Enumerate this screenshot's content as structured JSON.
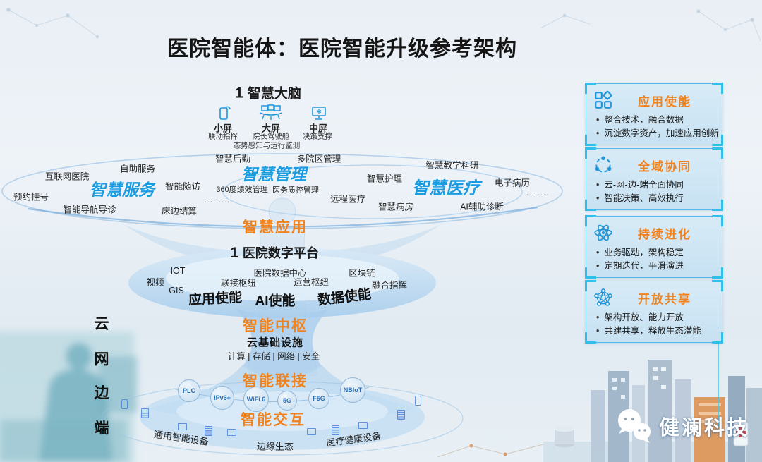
{
  "title": "医院智能体：医院智能升级参考架构",
  "brain": {
    "num": "1",
    "title": "智慧大脑",
    "screens": [
      {
        "name": "小屏",
        "desc": "联动指挥"
      },
      {
        "name": "大屏",
        "desc": "院长驾驶舱"
      },
      {
        "name": "中屏",
        "desc": "决策支撑"
      }
    ],
    "caption": "态势感知与运行监测"
  },
  "app_ring": {
    "layer_label": "智慧应用",
    "domains": [
      "智慧服务",
      "智慧管理",
      "智慧医疗"
    ],
    "items": [
      "互联网医院",
      "自助服务",
      "智慧后勤",
      "多院区管理",
      "智慧教学科研",
      "预约挂号",
      "智能随访",
      "360度绩效管理",
      "医务质控管理",
      "智慧护理",
      "电子病历",
      "智能导航导诊",
      "床边结算",
      "远程医疗",
      "智慧病房",
      "AI辅助诊断"
    ],
    "dots_left": "... .....",
    "dots_right": "... ...."
  },
  "platform": {
    "num": "1",
    "title": "医院数字平台",
    "items": [
      "IOT",
      "医院数据中心",
      "区块链",
      "视频",
      "GIS",
      "联接枢纽",
      "运营枢纽",
      "融合指挥"
    ],
    "enablers": [
      "应用使能",
      "AI使能",
      "数据使能"
    ]
  },
  "hub": {
    "label": "智能中枢",
    "cloud_title": "云基础设施",
    "cloud_items": "计算 | 存储 | 网络 | 安全"
  },
  "connect": {
    "label": "智能联接",
    "nodes": [
      "PLC",
      "IPv6+",
      "WiFi 6",
      "5G",
      "F5G",
      "NBIoT"
    ]
  },
  "interact": {
    "label": "智能交互",
    "device_groups": [
      "通用智能设备",
      "边缘生态",
      "医疗健康设备"
    ]
  },
  "left_axis": {
    "chars": [
      "云",
      "网",
      "边",
      "端"
    ]
  },
  "principles": [
    {
      "title": "应用使能",
      "bullets": [
        "整合技术，融合数据",
        "沉淀数字资产，加速应用创新"
      ]
    },
    {
      "title": "全域协同",
      "bullets": [
        "云-网-边-端全面协同",
        "智能决策、高效执行"
      ]
    },
    {
      "title": "持续进化",
      "bullets": [
        "业务驱动，架构稳定",
        "定期迭代，平滑演进"
      ]
    },
    {
      "title": "开放共享",
      "bullets": [
        "架构开放、能力开放",
        "共建共享，释放生态潜能"
      ]
    }
  ],
  "logo": {
    "text": "健澜科技"
  },
  "colors": {
    "accent_orange": "#f0821e",
    "accent_blue": "#1b9ce0",
    "box_border": "#54b9e6"
  }
}
